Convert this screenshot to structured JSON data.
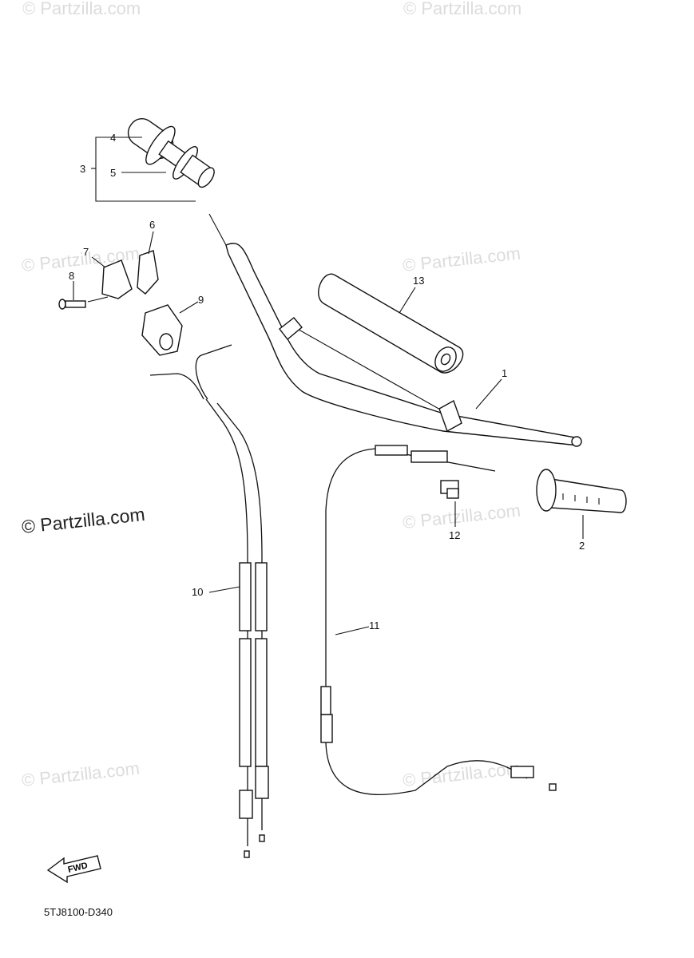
{
  "diagram": {
    "code": "5TJ8100-D340",
    "fwd_label": "FWD",
    "watermark_main": "© Partzilla.com",
    "watermark_faint": "© Partzilla.com",
    "callouts": {
      "c1": "1",
      "c2": "2",
      "c3": "3",
      "c4": "4",
      "c5": "5",
      "c6": "6",
      "c7": "7",
      "c8": "8",
      "c9": "9",
      "c10": "10",
      "c11": "11",
      "c12": "12",
      "c13": "13"
    }
  }
}
